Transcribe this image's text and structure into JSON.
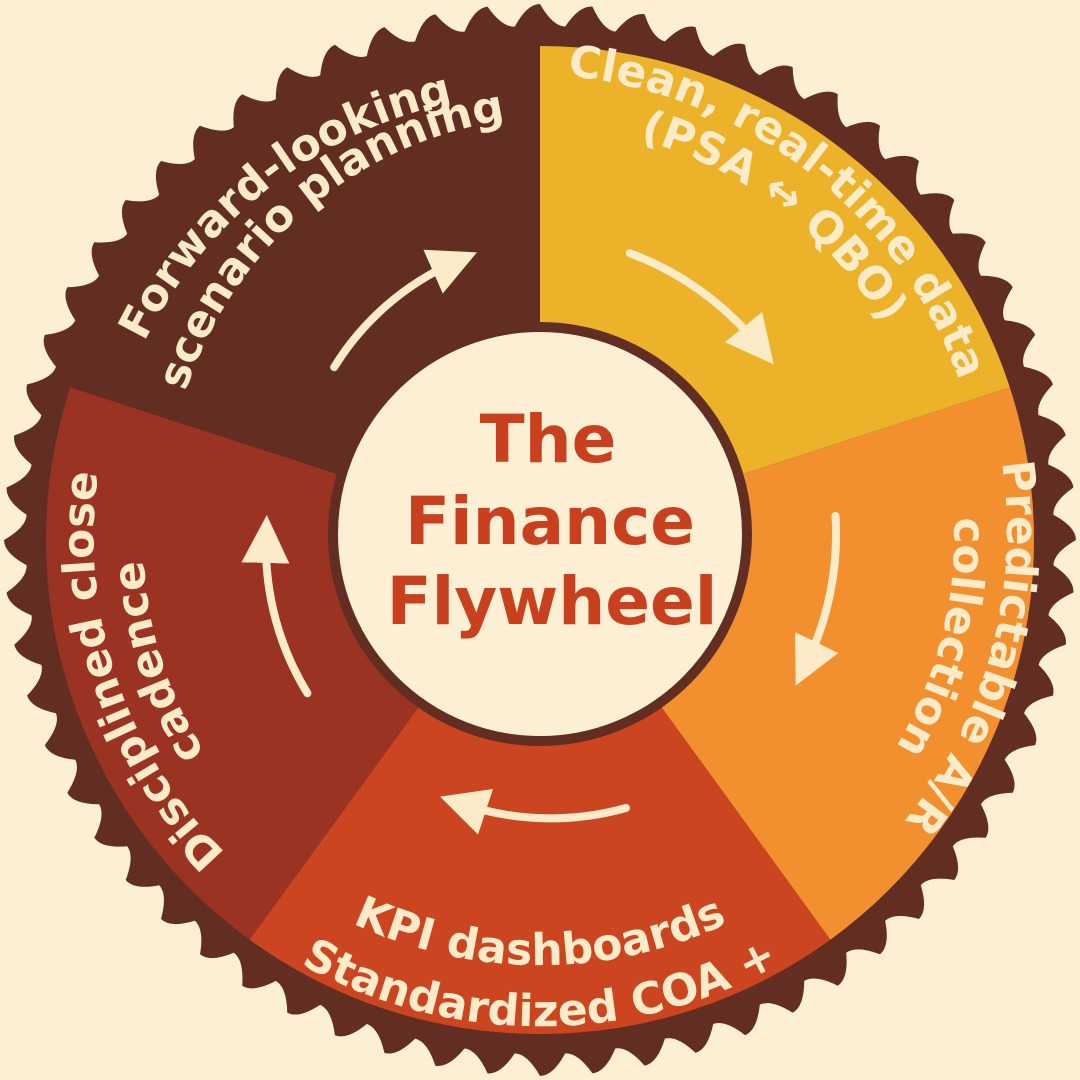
{
  "colors": {
    "background": "#FDEFD3",
    "rim": "#612E21",
    "center_fill": "#FDEFD3",
    "center_text": "#C9401F",
    "label_text": "#FCEBC8",
    "arrow": "#FCEBC8"
  },
  "center": {
    "lines": [
      "The",
      "Finance",
      "Flywheel"
    ]
  },
  "segments": [
    {
      "id": "data",
      "color": "#EBB22A",
      "lines": [
        "Clean, real-time data",
        "(PSA ↔ QBO)"
      ]
    },
    {
      "id": "ar",
      "color": "#F2902F",
      "lines": [
        "Predictable A/R",
        "collection"
      ]
    },
    {
      "id": "kpi",
      "color": "#CC4521",
      "lines": [
        "KPI dashboards",
        "Standardized COA +"
      ]
    },
    {
      "id": "close",
      "color": "#9B3322",
      "lines": [
        "Disciplined close",
        "cadence"
      ]
    },
    {
      "id": "planning",
      "color": "#612E21",
      "lines": [
        "Forward-looking",
        "scenario planning"
      ]
    }
  ]
}
